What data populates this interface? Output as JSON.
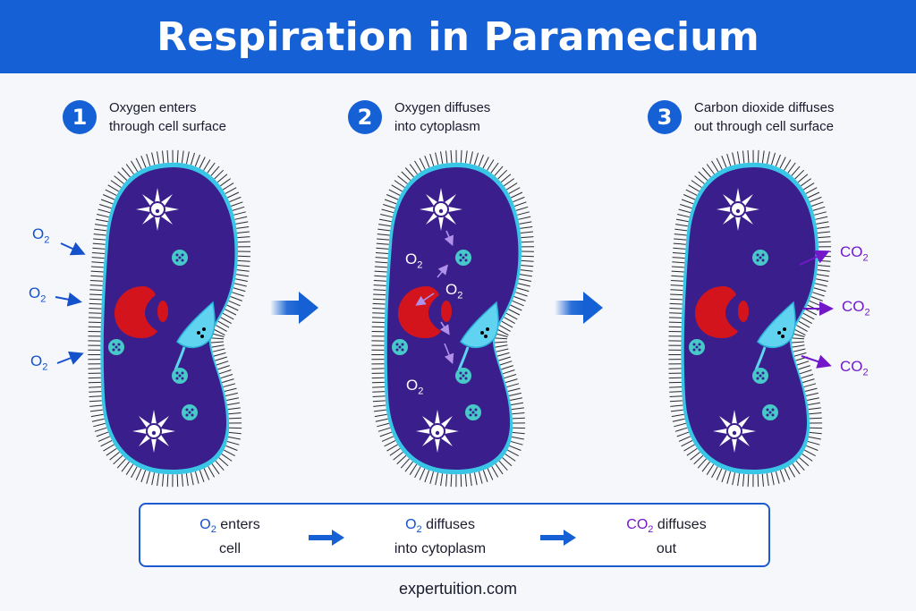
{
  "title": "Respiration in Paramecium",
  "steps": [
    {
      "number": "1",
      "line1": "Oxygen enters",
      "line2": "through cell surface"
    },
    {
      "number": "2",
      "line1": "Oxygen diffuses",
      "line2": "into cytoplasm"
    },
    {
      "number": "3",
      "line1": "Carbon dioxide diffuses",
      "line2": "out through cell surface"
    }
  ],
  "gas_labels": {
    "o2_main": "O",
    "o2_sub": "2",
    "co2_main": "CO",
    "co2_sub": "2"
  },
  "summary": {
    "item1_gas": "O",
    "item1_sub": "2",
    "item1_rest": " enters",
    "item1_line2": "cell",
    "item2_gas": "O",
    "item2_sub": "2",
    "item2_rest": " diffuses",
    "item2_line2": "into cytoplasm",
    "item3_gas": "CO",
    "item3_sub": "2",
    "item3_rest": " diffuses",
    "item3_line2": "out"
  },
  "footer": "expertuition.com",
  "colors": {
    "banner": "#1560d4",
    "cell_body": "#3a1f8c",
    "cell_membrane": "#39c6e6",
    "nucleus": "#d4141c",
    "o2_arrow": "#1452cc",
    "co2_arrow": "#7318c9"
  }
}
